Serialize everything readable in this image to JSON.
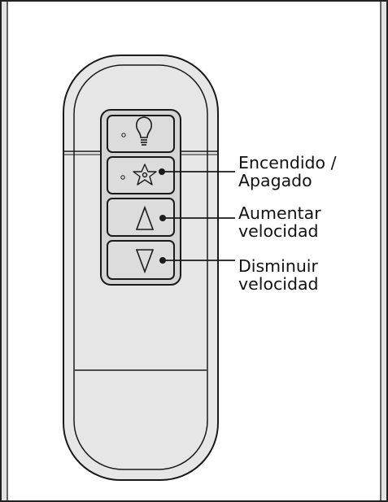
{
  "colors": {
    "frame_fill": "#ececec",
    "frame_border": "#222222",
    "remote_body": "#e6e6e6",
    "remote_outline": "#1a1a1a",
    "button_fill": "#dcdcdc",
    "label_text": "#111111"
  },
  "buttons": [
    {
      "name": "light-button",
      "icon": "light-bulb-icon"
    },
    {
      "name": "fan-button",
      "icon": "fan-icon"
    },
    {
      "name": "speed-up-button",
      "icon": "triangle-up-icon"
    },
    {
      "name": "speed-down-button",
      "icon": "triangle-down-icon"
    }
  ],
  "callouts": {
    "power": {
      "line1": "Encendido /",
      "line2": "Apagado"
    },
    "speed_up": {
      "line1": "Aumentar",
      "line2": "velocidad"
    },
    "speed_down": {
      "line1": "Disminuir",
      "line2": "velocidad"
    }
  }
}
